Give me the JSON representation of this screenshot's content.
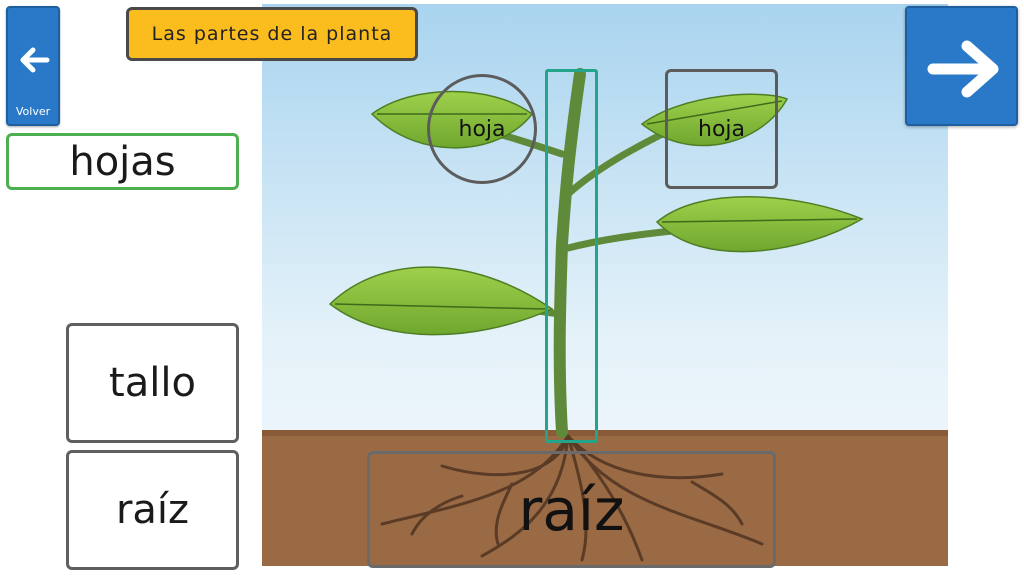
{
  "header": {
    "title": "Las partes de la planta"
  },
  "nav": {
    "back_label": "Volver"
  },
  "cards": {
    "hojas": "hojas",
    "tallo": "tallo",
    "raiz": "raíz"
  },
  "zones": {
    "hoja_circle": "hoja",
    "hoja_square": "hoja",
    "raiz": "raíz"
  },
  "colors": {
    "banner": "#fbbd1e",
    "button": "#2a79c8",
    "sky": "#d9ecf6",
    "soil": "#9a6a45",
    "leaf": "#8cc63f",
    "stem": "#5e8a3a"
  }
}
